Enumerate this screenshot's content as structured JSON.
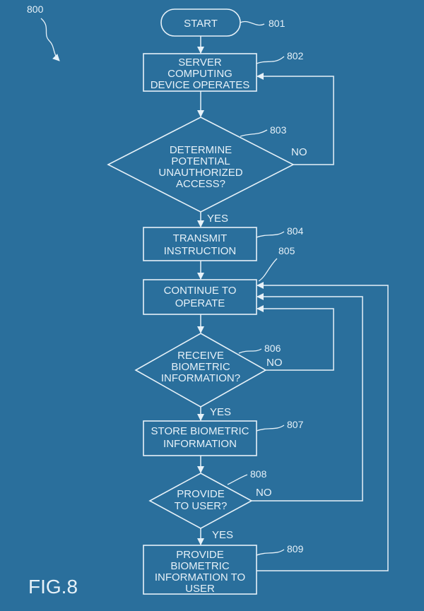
{
  "figure": {
    "ref": "800",
    "label": "FIG.8"
  },
  "nodes": {
    "start": {
      "ref": "801",
      "lines": [
        "START"
      ]
    },
    "server": {
      "ref": "802",
      "lines": [
        "SERVER",
        "COMPUTING",
        "DEVICE OPERATES"
      ]
    },
    "determine": {
      "ref": "803",
      "lines": [
        "DETERMINE",
        "POTENTIAL",
        "UNAUTHORIZED",
        "ACCESS?"
      ]
    },
    "transmit": {
      "ref": "804",
      "lines": [
        "TRANSMIT",
        "INSTRUCTION"
      ]
    },
    "continue": {
      "ref": "805",
      "lines": [
        "CONTINUE TO",
        "OPERATE"
      ]
    },
    "receive": {
      "ref": "806",
      "lines": [
        "RECEIVE",
        "BIOMETRIC",
        "INFORMATION?"
      ]
    },
    "store": {
      "ref": "807",
      "lines": [
        "STORE BIOMETRIC",
        "INFORMATION"
      ]
    },
    "provide_q": {
      "ref": "808",
      "lines": [
        "PROVIDE",
        "TO USER?"
      ]
    },
    "provide": {
      "ref": "809",
      "lines": [
        "PROVIDE",
        "BIOMETRIC",
        "INFORMATION TO",
        "USER"
      ]
    }
  },
  "edges": {
    "yes_label": "YES",
    "no_label": "NO"
  }
}
